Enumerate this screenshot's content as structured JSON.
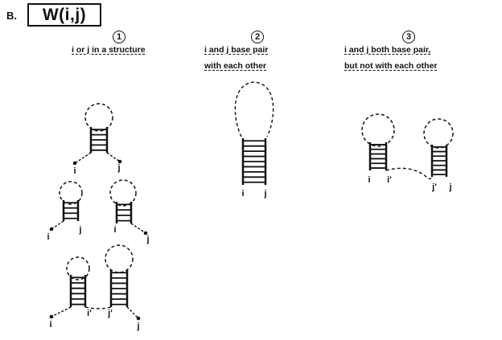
{
  "section_label": "B.",
  "title": "W(i,j)",
  "panels": [
    {
      "number": "1",
      "caption_lines": [
        "i or j in a structure"
      ]
    },
    {
      "number": "2",
      "caption_lines": [
        "i and j base pair",
        "with each other"
      ]
    },
    {
      "number": "3",
      "caption_lines": [
        "i and j both base pair,",
        "but not with each other"
      ]
    }
  ],
  "labels": {
    "i": "i",
    "j": "j",
    "i_prime": "i'",
    "j_prime": "j'"
  },
  "colors": {
    "ink": "#111111"
  }
}
